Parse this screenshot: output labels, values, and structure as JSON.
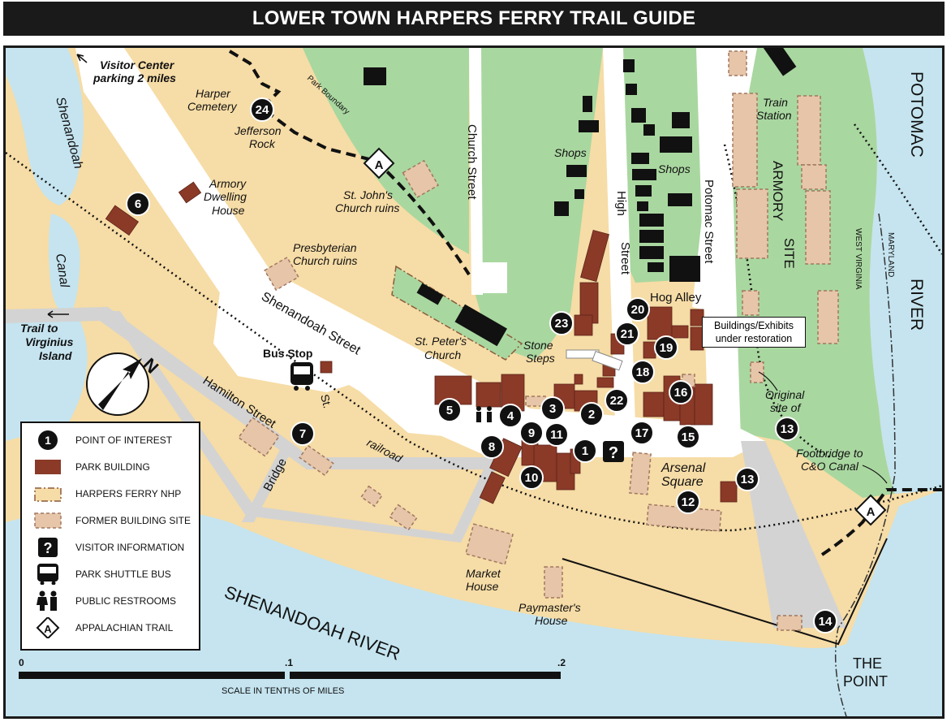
{
  "title": "LOWER TOWN HARPERS FERRY TRAIL GUIDE",
  "colors": {
    "land": "#f6dca6",
    "water": "#c5e4ef",
    "park_green": "#a9d7a0",
    "road": "#ffffff",
    "road_gray": "#d3d3d3",
    "park_building": "#8b3a28",
    "former_building": "#e6c5a8"
  },
  "labels": {
    "visitor_center": [
      "Visitor Center",
      "parking 2 miles"
    ],
    "harper_cemetery": [
      "Harper",
      "Cemetery"
    ],
    "jefferson_rock": [
      "Jefferson",
      "Rock"
    ],
    "park_boundary": "Park Boundary",
    "shenandoah_top": "Shenandoah",
    "canal": "Canal",
    "trail_virginius": [
      "Trail to",
      "Virginius",
      "Island"
    ],
    "armory_dwelling": [
      "Armory",
      "Dwelling",
      "House"
    ],
    "st_johns": [
      "St. John's",
      "Church ruins"
    ],
    "presbyterian": [
      "Presbyterian",
      "Church ruins"
    ],
    "church_street": "Church Street",
    "shops_left": "Shops",
    "shops_right": "Shops",
    "high_street": [
      "High",
      "Street"
    ],
    "potomac_street": "Potomac Street",
    "train_station": [
      "Train",
      "Station"
    ],
    "armory_site": [
      "ARMORY",
      "SITE"
    ],
    "potomac": "POTOMAC",
    "river": "RIVER",
    "west_virginia": "WEST VIRGINIA",
    "maryland": "MARYLAND",
    "hog_alley": "Hog Alley",
    "restoration": [
      "Buildings/Exhibits",
      "under restoration"
    ],
    "shenandoah_street": "Shenandoah Street",
    "st_peters": [
      "St. Peter's",
      "Church"
    ],
    "stone_steps": [
      "Stone",
      "Steps"
    ],
    "bus_stop": "Bus Stop",
    "hamilton_street": "Hamilton Street",
    "st": "St.",
    "bridge": "Bridge",
    "railroad": "railroad",
    "arsenal_square": [
      "Arsenal",
      "Square"
    ],
    "original_site": [
      "Original",
      "site of"
    ],
    "footbridge": [
      "Footbridge to",
      "C&O Canal"
    ],
    "market_house": [
      "Market",
      "House"
    ],
    "paymasters_house": [
      "Paymaster's",
      "House"
    ],
    "shenandoah_river": "SHENANDOAH RIVER",
    "the_point": [
      "THE",
      "POINT"
    ],
    "north": "N"
  },
  "poi_numbers": [
    "24",
    "6",
    "23",
    "20",
    "21",
    "19",
    "18",
    "16",
    "22",
    "5",
    "4",
    "3",
    "2",
    "9",
    "11",
    "17",
    "15",
    "8",
    "1",
    "10",
    "13",
    "12",
    "14",
    "7",
    "13"
  ],
  "legend": {
    "items": [
      {
        "icon": "point-of-interest-icon",
        "label": "POINT OF INTEREST",
        "symbol": "1"
      },
      {
        "icon": "park-building-icon",
        "label": "PARK BUILDING"
      },
      {
        "icon": "nhp-boundary-icon",
        "label": "HARPERS FERRY NHP"
      },
      {
        "icon": "former-building-icon",
        "label": "FORMER BUILDING SITE"
      },
      {
        "icon": "visitor-info-icon",
        "label": "VISITOR INFORMATION",
        "symbol": "?"
      },
      {
        "icon": "shuttle-bus-icon",
        "label": "PARK SHUTTLE BUS"
      },
      {
        "icon": "restroom-icon",
        "label": "PUBLIC RESTROOMS"
      },
      {
        "icon": "appalachian-trail-icon",
        "label": "APPALACHIAN TRAIL"
      }
    ]
  },
  "scale": {
    "ticks": [
      "0",
      ".1",
      ".2"
    ],
    "caption": "SCALE IN TENTHS OF MILES"
  }
}
